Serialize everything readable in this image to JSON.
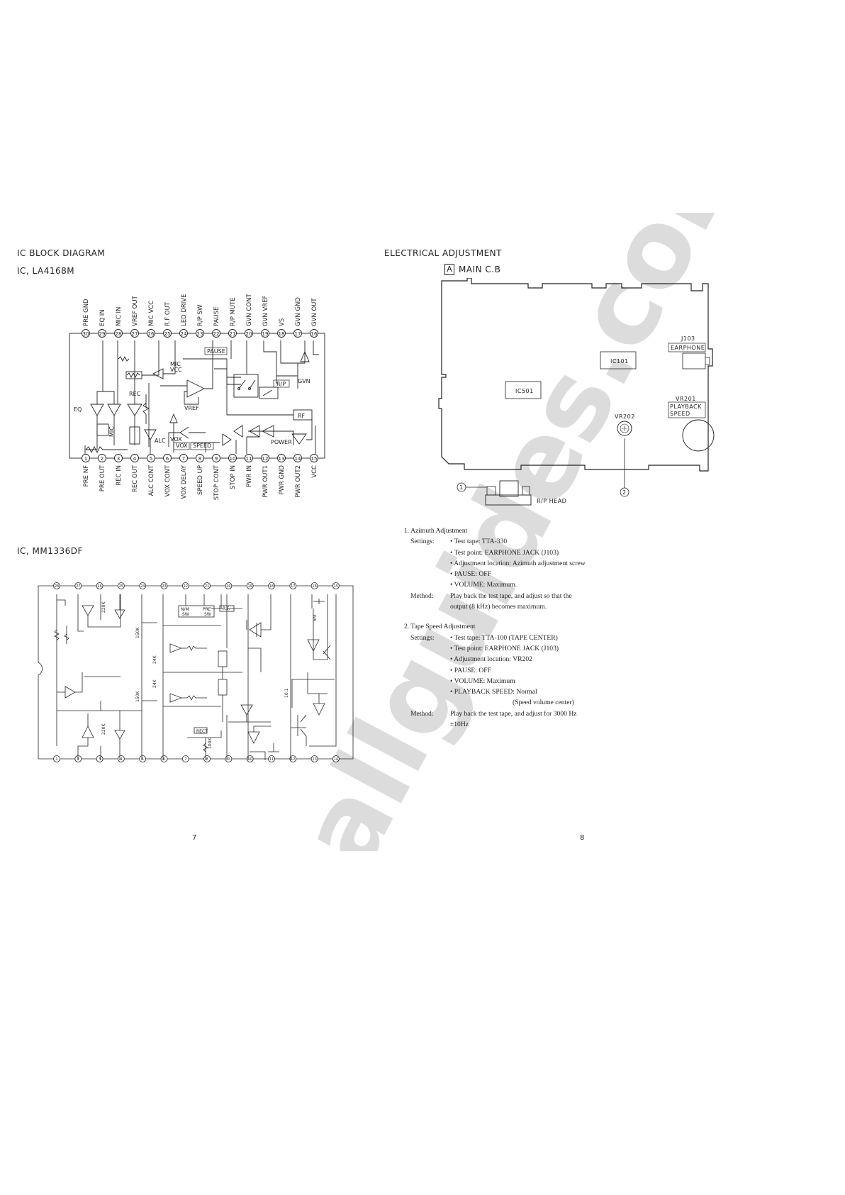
{
  "left_page": {
    "section_title": "IC BLOCK DIAGRAM",
    "ic1": {
      "title": "IC, LA4168M",
      "top_pins": [
        {
          "num": "30",
          "name": "PRE GND"
        },
        {
          "num": "29",
          "name": "EQ IN"
        },
        {
          "num": "28",
          "name": "MIC IN"
        },
        {
          "num": "27",
          "name": "VREF OUT"
        },
        {
          "num": "26",
          "name": "MIC VCC"
        },
        {
          "num": "25",
          "name": "R.F OUT"
        },
        {
          "num": "24",
          "name": "LED DRIVE"
        },
        {
          "num": "23",
          "name": "R/P SW"
        },
        {
          "num": "22",
          "name": "PAUSE"
        },
        {
          "num": "21",
          "name": "R/P MUTE"
        },
        {
          "num": "20",
          "name": "GVN CONT"
        },
        {
          "num": "19",
          "name": "GVN VREF"
        },
        {
          "num": "18",
          "name": "VS"
        },
        {
          "num": "17",
          "name": "GVN GND"
        },
        {
          "num": "16",
          "name": "GVN OUT"
        }
      ],
      "bottom_pins": [
        {
          "num": "1",
          "name": "PRE NF"
        },
        {
          "num": "2",
          "name": "PRE OUT"
        },
        {
          "num": "3",
          "name": "REC IN"
        },
        {
          "num": "4",
          "name": "REC OUT"
        },
        {
          "num": "5",
          "name": "ALC CONT"
        },
        {
          "num": "6",
          "name": "VOX CONT"
        },
        {
          "num": "7",
          "name": "VOX DELAY"
        },
        {
          "num": "8",
          "name": "SPEED UP"
        },
        {
          "num": "9",
          "name": "STOP CONT"
        },
        {
          "num": "10",
          "name": "STOP IN"
        },
        {
          "num": "11",
          "name": "PWR IN"
        },
        {
          "num": "12",
          "name": "PWR OUT1"
        },
        {
          "num": "13",
          "name": "PWR GND"
        },
        {
          "num": "14",
          "name": "PWR OUT2"
        },
        {
          "num": "15",
          "name": "VCC"
        }
      ],
      "labels": {
        "eq": "EQ",
        "rec": "REC",
        "mic": "MIC",
        "alc": "ALC",
        "mic_vcc_1": "MIC",
        "mic_vcc_2": "VCC",
        "vref": "VREF",
        "vox": "VOX",
        "vox_box": "VOX",
        "speed": "SPEED",
        "pause": "PAUSE",
        "rp": "R/P",
        "gvn": "GVN",
        "rf": "RF",
        "power": "POWER"
      }
    },
    "ic2": {
      "title": "IC, MM1336DF",
      "top_pins": [
        "28",
        "27",
        "26",
        "25",
        "24",
        "23",
        "22",
        "21",
        "20",
        "19",
        "18",
        "17",
        "16",
        "15"
      ],
      "bottom_pins": [
        "1",
        "2",
        "3",
        "4",
        "5",
        "6",
        "7",
        "8",
        "9",
        "10",
        "11",
        "12",
        "13",
        "14"
      ],
      "labels": {
        "nm": "N/M",
        "sw1": "SW",
        "pre": "PRE",
        "sw2": "SW",
        "rf": "R.F.",
        "rect": "RECT",
        "r220k_a": "220K",
        "r220k_b": "220K",
        "r150k_a": "150K",
        "r150k_b": "150K",
        "r24k_a": "24K",
        "r24k_b": "24K",
        "r100k": "100K",
        "r5m": "5M",
        "r10": "10:1"
      }
    },
    "page_number": "7"
  },
  "right_page": {
    "section_title": "ELECTRICAL ADJUSTMENT",
    "board_tag": "A",
    "board_title": "MAIN C.B",
    "board_labels": {
      "j103": "J103",
      "earphone": "EARPHONE",
      "ic101": "IC101",
      "ic501": "IC501",
      "vr201": "VR201",
      "playback": "PLAYBACK",
      "speed": "SPEED",
      "vr202": "VR202",
      "rp_head": "R/P HEAD",
      "mark1": "1",
      "mark2": "2"
    },
    "adjustments": [
      {
        "title": "1. Azimuth Adjustment",
        "settings_label": "Settings:",
        "settings": [
          "• Test tape: TTA-330",
          "• Test point: EARPHONE JACK (J103)",
          "• Adjustment location: Azimuth adjustment screw",
          "• PAUSE: OFF",
          "• VOLUME: Maximum."
        ],
        "method_label": "Method:",
        "method": [
          "Play back the test tape, and adjust so that the",
          "output (8 kHz) becomes maximum."
        ]
      },
      {
        "title": "2. Tape Speed Adjustment",
        "settings_label": "Settings:",
        "settings": [
          "• Test tape: TTA-100 (TAPE CENTER)",
          "• Test point: EARPHONE JACK (J103)",
          "• Adjustment location: VR202",
          "• PAUSE: OFF",
          "• VOLUME: Maximum",
          "• PLAYBACK SPEED: Normal",
          "(Speed volume center)"
        ],
        "method_label": "Method:",
        "method": [
          "Play back the test tape, and adjust for 3000 Hz",
          "±10Hz"
        ]
      }
    ],
    "page_number": "8"
  },
  "watermark": "allguides.com",
  "colors": {
    "line": "#222222",
    "watermark": "#dcdcdc"
  }
}
